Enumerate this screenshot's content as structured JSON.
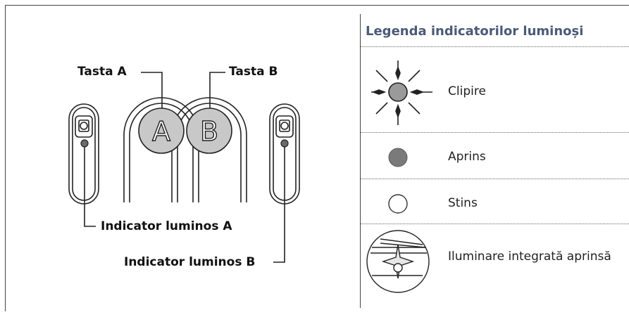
{
  "diagram": {
    "label_key_a": "Tasta A",
    "label_key_b": "Tasta B",
    "label_indicator_a": "Indicator luminos A",
    "label_indicator_b": "Indicator luminos B",
    "key_a_letter": "A",
    "key_b_letter": "B"
  },
  "legend": {
    "title": "Legenda indicatorilor luminoși",
    "items": [
      {
        "icon": "blinking-light-icon",
        "label": "Clipire"
      },
      {
        "icon": "light-on-icon",
        "label": "Aprins"
      },
      {
        "icon": "light-off-icon",
        "label": "Stins"
      },
      {
        "icon": "integrated-light-on-icon",
        "label": "Iluminare integrată aprinsă"
      }
    ]
  },
  "colors": {
    "line": "#222222",
    "key_fill": "#c8c8c8",
    "on_fill": "#7a7a7a",
    "title": "#4a5a78"
  }
}
